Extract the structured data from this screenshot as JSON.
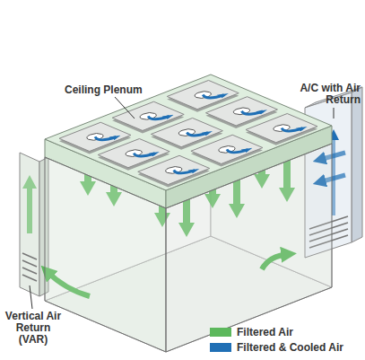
{
  "diagram": {
    "labels": [
      "Ceiling Plenum",
      "A/C with Air Return",
      "Vertical Air Return (VAR)"
    ],
    "legend": [
      {
        "text": "Filtered Air",
        "color": "#5cb85c"
      },
      {
        "text": "Filtered & Cooled Air",
        "color": "#1f6fb5"
      }
    ]
  }
}
